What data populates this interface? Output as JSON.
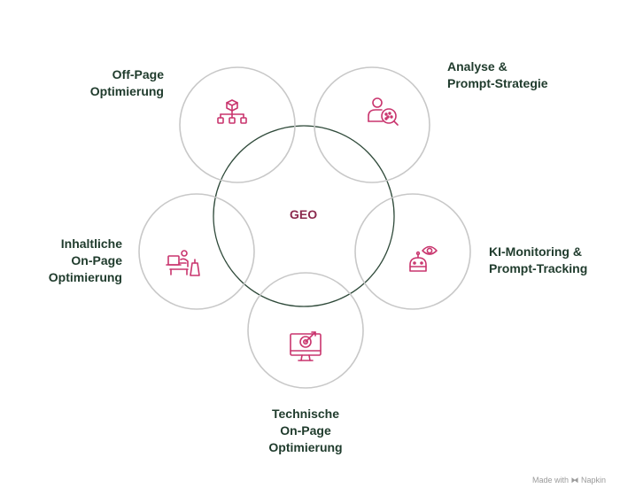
{
  "center_label": "GEO",
  "nodes": [
    {
      "icon": "hierarchy-icon",
      "lines": [
        "Off-Page",
        "Optimierung"
      ]
    },
    {
      "icon": "user-search-icon",
      "lines": [
        "Analyse &",
        "Prompt-Strategie"
      ]
    },
    {
      "icon": "robot-eye-icon",
      "lines": [
        "KI-Monitoring &",
        "Prompt-Tracking"
      ]
    },
    {
      "icon": "monitor-target-icon",
      "lines": [
        "Technische",
        "On-Page",
        "Optimierung"
      ]
    },
    {
      "icon": "person-laptop-icon",
      "lines": [
        "Inhaltliche",
        "On-Page",
        "Optimierung"
      ]
    }
  ],
  "watermark": "Made with ⧓ Napkin",
  "colors": {
    "circle": "#c8c8c8",
    "center_circle": "#2f4a3a",
    "icon": "#c9356e",
    "label": "#1f3b2c",
    "center_text": "#8b2a4e"
  }
}
